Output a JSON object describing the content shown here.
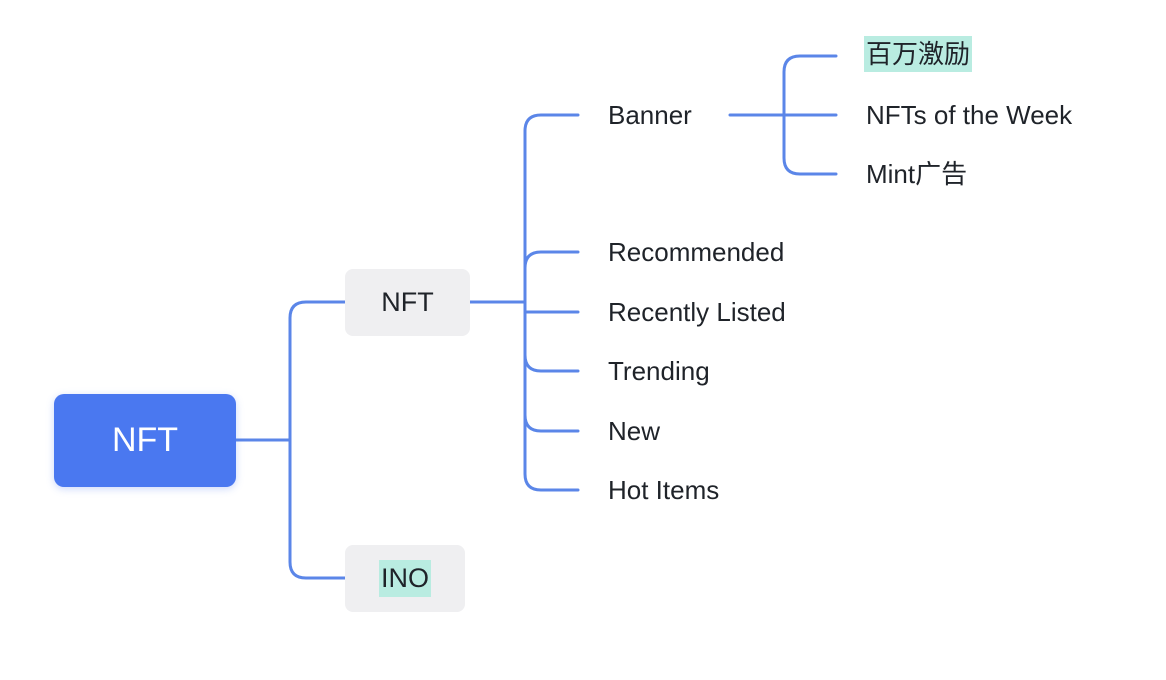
{
  "mindmap": {
    "root": {
      "label": "NFT"
    },
    "branches": [
      {
        "label": "NFT",
        "highlighted": false,
        "children": [
          {
            "label": "Banner",
            "children": [
              {
                "label": "百万激励",
                "highlighted": true
              },
              {
                "label": "NFTs of the Week",
                "highlighted": false
              },
              {
                "label": "Mint广告",
                "highlighted": false
              }
            ]
          },
          {
            "label": "Recommended"
          },
          {
            "label": "Recently Listed"
          },
          {
            "label": "Trending"
          },
          {
            "label": "New"
          },
          {
            "label": "Hot Items"
          }
        ]
      },
      {
        "label": "INO",
        "highlighted": true,
        "children": []
      }
    ]
  },
  "colors": {
    "connector": "#5b86e8",
    "root_fill": "#4a78f0",
    "branch_fill": "#efeff1",
    "highlight": "#b9ece1"
  }
}
